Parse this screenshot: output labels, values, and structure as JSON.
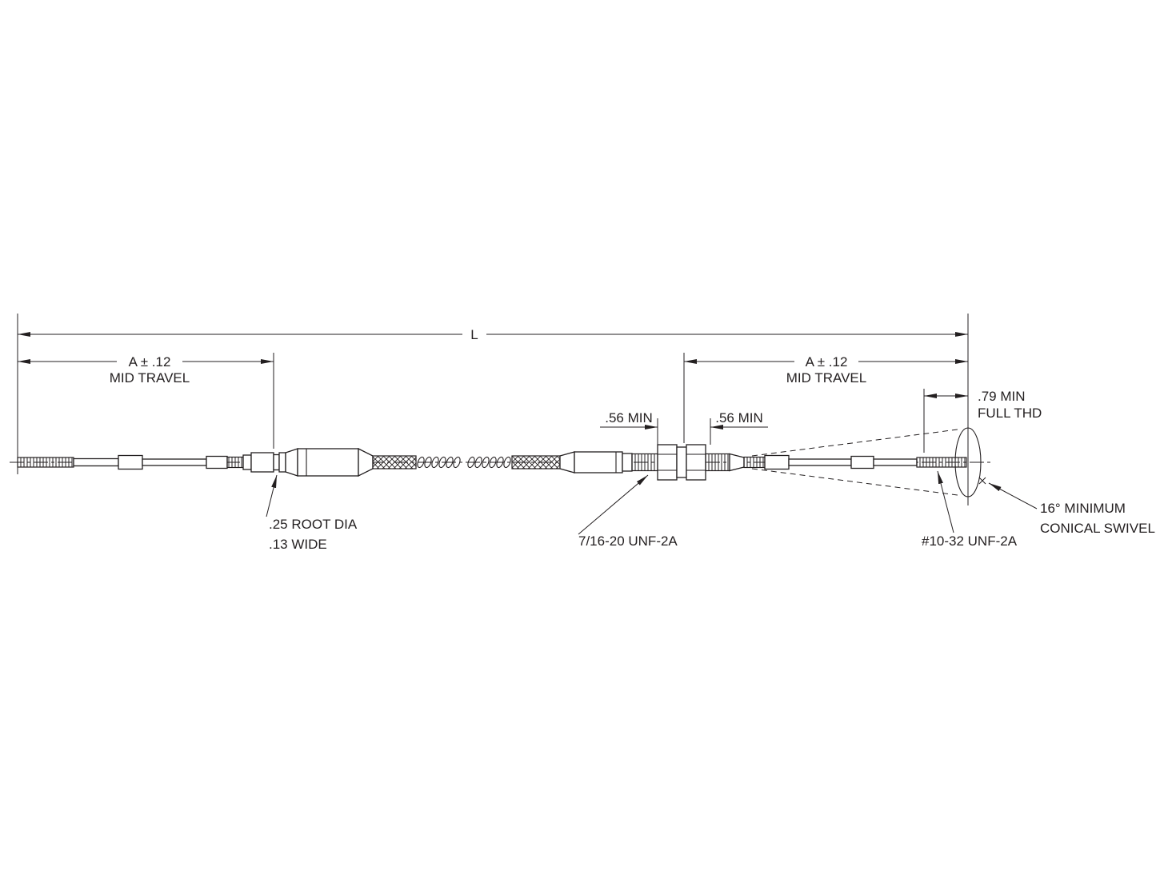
{
  "diagram": {
    "dimensions": {
      "overall_length": "L",
      "mid_travel_left": {
        "value": "A ± .12",
        "label": "MID TRAVEL"
      },
      "mid_travel_right": {
        "value": "A ± .12",
        "label": "MID TRAVEL"
      },
      "full_thread": {
        "value": ".79 MIN",
        "label": "FULL THD"
      },
      "thread_min_left": ".56 MIN",
      "thread_min_right": ".56 MIN"
    },
    "callouts": {
      "root_groove": {
        "line1": ".25 ROOT DIA",
        "line2": ".13 WIDE"
      },
      "bulkhead_thread": "7/16-20 UNF-2A",
      "rod_end_thread": "#10-32 UNF-2A",
      "conical_swivel": {
        "line1": "16° MINIMUM",
        "line2": "CONICAL SWIVEL"
      }
    },
    "colors": {
      "line": "#231f20",
      "background": "#ffffff"
    }
  }
}
